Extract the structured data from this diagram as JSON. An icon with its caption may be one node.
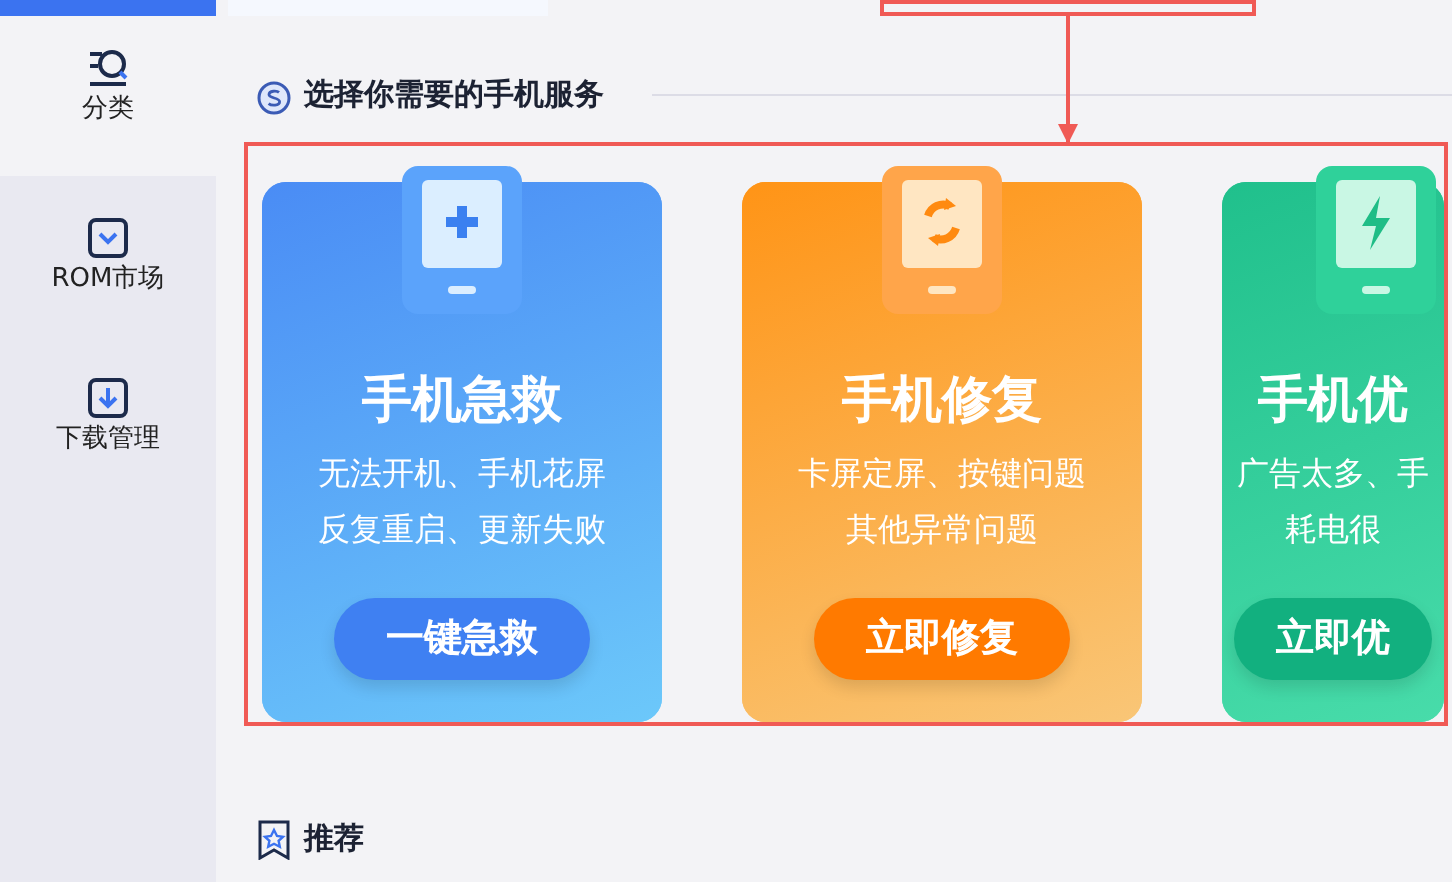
{
  "diagram": {
    "nodes": [
      {
        "text": [],
        "shape": "box"
      },
      {
        "text": [],
        "shape": "box"
      },
      {
        "text": [
          "手机急救",
          "无法开机、手机花屏反复重启、更新失败"
        ],
        "in": 1
      },
      {
        "text": [
          "一键急救"
        ],
        "in": 2
      },
      {
        "text": [
          "手机修复",
          "卡屏定屏、按键问题其他异常问题"
        ],
        "in": 1
      },
      {
        "text": [
          "立即修复"
        ],
        "in": 4
      },
      {
        "text": [
          "手机优",
          "广告太多、手耗电很"
        ],
        "in": 1
      },
      {
        "text": [
          "立即优"
        ],
        "in": 6
      }
    ],
    "edges": [
      {
        "from": 0,
        "to": 1,
        "arrow": "to"
      }
    ],
    "labels": [
      "分类",
      "ROM市场",
      "下载管理",
      "选择你需要的手机服务",
      "推荐"
    ]
  }
}
